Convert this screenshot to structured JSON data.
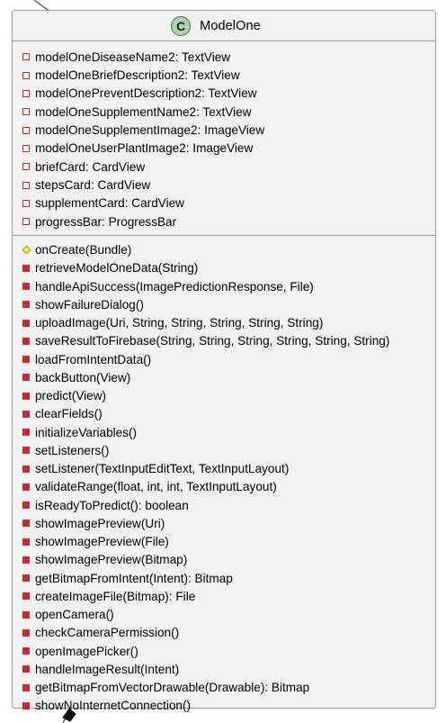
{
  "class": {
    "stereotype_letter": "C",
    "name": "ModelOne",
    "colors": {
      "box_fill": "#f1f1f1",
      "border": "#9a9a9a",
      "badge_fill": "#add1b2",
      "private_marker": "#c82930",
      "protected_marker": "#ffff44"
    },
    "fields": [
      {
        "visibility": "private",
        "text": "modelOneDiseaseName2: TextView"
      },
      {
        "visibility": "private",
        "text": "modelOneBriefDescription2: TextView"
      },
      {
        "visibility": "private",
        "text": "modelOnePreventDescription2: TextView"
      },
      {
        "visibility": "private",
        "text": "modelOneSupplementName2: TextView"
      },
      {
        "visibility": "private",
        "text": "modelOneSupplementImage2: ImageView"
      },
      {
        "visibility": "private",
        "text": "modelOneUserPlantImage2: ImageView"
      },
      {
        "visibility": "private",
        "text": "briefCard: CardView"
      },
      {
        "visibility": "private",
        "text": "stepsCard: CardView"
      },
      {
        "visibility": "private",
        "text": "supplementCard: CardView"
      },
      {
        "visibility": "private",
        "text": "progressBar: ProgressBar"
      }
    ],
    "methods": [
      {
        "visibility": "protected",
        "text": "onCreate(Bundle)"
      },
      {
        "visibility": "private",
        "text": "retrieveModelOneData(String)"
      },
      {
        "visibility": "private",
        "text": "handleApiSuccess(ImagePredictionResponse, File)"
      },
      {
        "visibility": "private",
        "text": "showFailureDialog()"
      },
      {
        "visibility": "private",
        "text": "uploadImage(Uri, String, String, String, String, String)"
      },
      {
        "visibility": "private",
        "text": "saveResultToFirebase(String, String, String, String, String, String)"
      },
      {
        "visibility": "private",
        "text": "loadFromIntentData()"
      },
      {
        "visibility": "private",
        "text": "backButton(View)"
      },
      {
        "visibility": "private",
        "text": "predict(View)"
      },
      {
        "visibility": "private",
        "text": "clearFields()"
      },
      {
        "visibility": "private",
        "text": "initializeVariables()"
      },
      {
        "visibility": "private",
        "text": "setListeners()"
      },
      {
        "visibility": "private",
        "text": "setListener(TextInputEditText, TextInputLayout)"
      },
      {
        "visibility": "private",
        "text": "validateRange(float, int, int, TextInputLayout)"
      },
      {
        "visibility": "private",
        "text": "isReadyToPredict(): boolean"
      },
      {
        "visibility": "private",
        "text": "showImagePreview(Uri)"
      },
      {
        "visibility": "private",
        "text": "showImagePreview(File)"
      },
      {
        "visibility": "private",
        "text": "showImagePreview(Bitmap)"
      },
      {
        "visibility": "private",
        "text": "getBitmapFromIntent(Intent): Bitmap"
      },
      {
        "visibility": "private",
        "text": "createImageFile(Bitmap): File"
      },
      {
        "visibility": "private",
        "text": "openCamera()"
      },
      {
        "visibility": "private",
        "text": "checkCameraPermission()"
      },
      {
        "visibility": "private",
        "text": "openImagePicker()"
      },
      {
        "visibility": "private",
        "text": "handleImageResult(Intent)"
      },
      {
        "visibility": "private",
        "text": "getBitmapFromVectorDrawable(Drawable): Bitmap"
      },
      {
        "visibility": "private",
        "text": "showNoInternetConnection()"
      }
    ]
  }
}
